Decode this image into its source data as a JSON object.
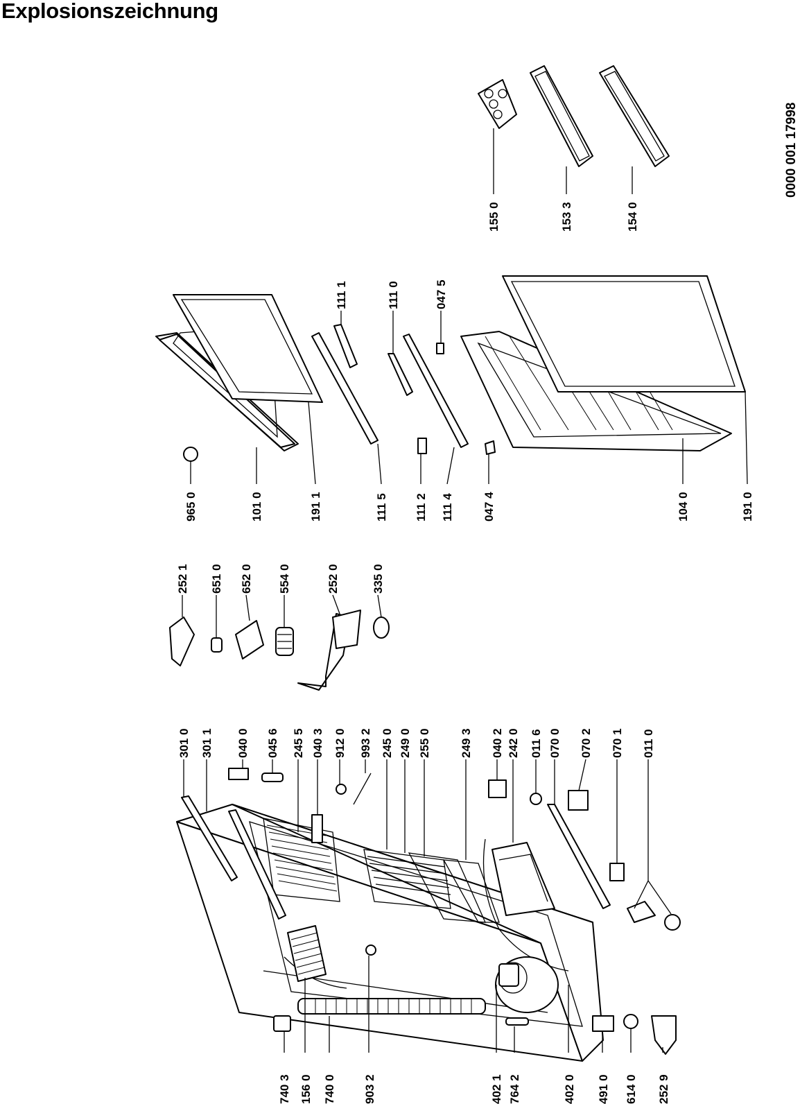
{
  "title": "Explosionszeichnung",
  "document_number": "0000 001 17998",
  "labels": [
    {
      "id": "l1",
      "text": "740 3"
    },
    {
      "id": "l2",
      "text": "156 0"
    },
    {
      "id": "l3",
      "text": "740 0"
    },
    {
      "id": "l4",
      "text": "903 2"
    },
    {
      "id": "l5",
      "text": "402 1"
    },
    {
      "id": "l6",
      "text": "764 2"
    },
    {
      "id": "l7",
      "text": "402 0"
    },
    {
      "id": "l8",
      "text": "491 0"
    },
    {
      "id": "l9",
      "text": "614 0"
    },
    {
      "id": "l10",
      "text": "252 9"
    },
    {
      "id": "l11",
      "text": "301 0"
    },
    {
      "id": "l12",
      "text": "301 1"
    },
    {
      "id": "l13",
      "text": "040 0"
    },
    {
      "id": "l14",
      "text": "045 6"
    },
    {
      "id": "l15",
      "text": "245 5"
    },
    {
      "id": "l16",
      "text": "040 3"
    },
    {
      "id": "l17",
      "text": "912 0"
    },
    {
      "id": "l18",
      "text": "993 2"
    },
    {
      "id": "l19",
      "text": "245 0"
    },
    {
      "id": "l20",
      "text": "249 0"
    },
    {
      "id": "l21",
      "text": "255 0"
    },
    {
      "id": "l22",
      "text": "249 3"
    },
    {
      "id": "l23",
      "text": "040 2"
    },
    {
      "id": "l24",
      "text": "242 0"
    },
    {
      "id": "l25",
      "text": "011 6"
    },
    {
      "id": "l26",
      "text": "070 0"
    },
    {
      "id": "l27",
      "text": "070 2"
    },
    {
      "id": "l28",
      "text": "070 1"
    },
    {
      "id": "l29",
      "text": "011 0"
    },
    {
      "id": "l30",
      "text": "252 1"
    },
    {
      "id": "l31",
      "text": "651 0"
    },
    {
      "id": "l32",
      "text": "652 0"
    },
    {
      "id": "l33",
      "text": "554 0"
    },
    {
      "id": "l34",
      "text": "252 0"
    },
    {
      "id": "l35",
      "text": "335 0"
    },
    {
      "id": "l36",
      "text": "965 0"
    },
    {
      "id": "l37",
      "text": "101 0"
    },
    {
      "id": "l38",
      "text": "191 1"
    },
    {
      "id": "l39",
      "text": "111 5"
    },
    {
      "id": "l40",
      "text": "111 2"
    },
    {
      "id": "l41",
      "text": "111 4"
    },
    {
      "id": "l42",
      "text": "047 4"
    },
    {
      "id": "l43",
      "text": "104 0"
    },
    {
      "id": "l44",
      "text": "191 0"
    },
    {
      "id": "l45",
      "text": "111 1"
    },
    {
      "id": "l46",
      "text": "111 0"
    },
    {
      "id": "l47",
      "text": "047 5"
    },
    {
      "id": "l48",
      "text": "155 0"
    },
    {
      "id": "l49",
      "text": "153 3"
    },
    {
      "id": "l50",
      "text": "154 0"
    }
  ]
}
